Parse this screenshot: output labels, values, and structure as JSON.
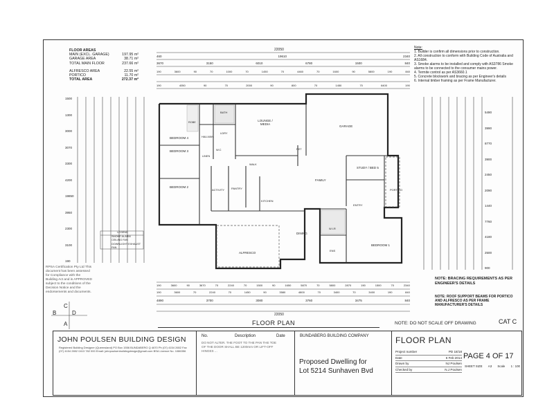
{
  "areas": {
    "header": "FLOOR AREAS",
    "rows": [
      {
        "label": "MAIN (EXCL. GARAGE)",
        "value": "197.95 m²"
      },
      {
        "label": "GARAGE AREA",
        "value": "38.71 m²"
      },
      {
        "label": "TOTAL MAIN FLOOR",
        "value": "237.66 m²"
      },
      {
        "label": "ALFRESCO AREA",
        "value": "22.55 m²"
      },
      {
        "label": "PORTICO",
        "value": "11.70 m²"
      },
      {
        "label": "TOTAL AREA",
        "value": "272.37 m²"
      }
    ]
  },
  "notes": {
    "title": "Note:",
    "items": [
      "1. Builder is confirm all dimensions prior to construction.",
      "2. All construction to conform with Building Code of Australia and AS1684.",
      "3. Smoke alarms to be installed and comply with AS3786 Smoke alarms to be connected to the consumer mains power.",
      "4. Termite control as per AS3660.1",
      "5. Concrete blockwork and bracing as per Engineer's details",
      "6. Internal timber framing as per Frame Manufacturer."
    ]
  },
  "bracing_note": "NOTE: BRACING REQUIREMENTS AS PER ENGINEER'S DETAILS",
  "roof_note": "NOTE: ROOF SUPPORT BEAMS FOR PORTICO AND ALFRESCO AS PER FRAME MANUFACTURER'S DETAILS",
  "cert_note": "RPSA Certification Pty Ltd This document has been assessed for Compliance with the Building Act and is APPROVED subject to the conditions of the Decision Notice and the endorsements and documents.",
  "dims_top": {
    "overall": "22050",
    "row1": [
      "460",
      "19610",
      "2340"
    ],
    "row2": [
      "3670",
      "3150",
      "6010",
      "6780",
      "1500",
      "840"
    ],
    "row3": [
      "190",
      "3600",
      "90",
      "70",
      "1000",
      "70",
      "1450",
      "70",
      "4460",
      "70",
      "1600",
      "90",
      "5800",
      "190",
      "840"
    ],
    "row4": [
      "190",
      "4050",
      "90",
      "70",
      "2000",
      "90",
      "800",
      "70",
      "1450",
      "70",
      "6400",
      "190"
    ]
  },
  "dims_left": [
    "1500",
    "1300",
    "3000",
    "3070",
    "3300",
    "4200",
    "19850",
    "3950",
    "2300",
    "3100",
    "190"
  ],
  "dims_right": [
    "5490",
    "3990",
    "8770",
    "3900",
    "2450",
    "2090",
    "1440",
    "7760",
    "4180",
    "2500",
    "900"
  ],
  "dims_bottom": {
    "row1": [
      "190",
      "3600",
      "90",
      "3670",
      "70",
      "2240",
      "70",
      "1500",
      "90",
      "1650",
      "5870",
      "70",
      "5800",
      "2870",
      "190",
      "1500",
      "70",
      "2340"
    ],
    "row2": [
      "190",
      "3600",
      "70",
      "2240",
      "70",
      "1450",
      "90",
      "3580",
      "4800",
      "70",
      "3400",
      "70",
      "3400",
      "190",
      "840"
    ],
    "row3": [
      "4890",
      "3700",
      "3080",
      "3760",
      "3475",
      "840"
    ],
    "overall": "22050"
  },
  "rooms": {
    "bedroom4": "BEDROOM 4",
    "bedroom3": "BEDROOM 3",
    "bedroom2": "BEDROOM 2",
    "lounge": "LOUNGE / MEDIA",
    "garage": "GARAGE",
    "study": "STUDY / BED 5",
    "portico": "PORTICO",
    "family": "FAMILY",
    "activity": "ACTIVITY",
    "pantry": "PANTRY",
    "kitchen": "KITCHEN",
    "dining": "DINING",
    "alfresco": "ALFRESCO",
    "bedroom1": "BEDROOM 1",
    "entry": "ENTRY",
    "wir": "W.I.R",
    "ens": "ENS",
    "bath": "BATH",
    "wc": "W.C",
    "ldry": "LDRY",
    "linen": "LINEN",
    "ret": "RET",
    "walk": "WALK",
    "hall": "HALLWAY",
    "robe": "ROBE"
  },
  "legend": {
    "title": "LEGEND",
    "items": [
      "SMOKE ALARM",
      "CEILING FAN",
      "DOWNLIGHT EXHAUST FAN"
    ]
  },
  "plan_label": "FLOOR PLAN",
  "noscale": "NOTE: DO NOT SCALE OFF DRAWING",
  "cat": "CAT C",
  "cad": [
    "B",
    "C",
    "D",
    "A"
  ],
  "titleblock": {
    "company": "JOHN POULSEN BUILDING DESIGN",
    "address": "Registered Building Designer (Queensland) PO Box 1556 BUNDABERG Q 4670 Ph (07) 4154 2652 Fax (07) 4154 2652 0413 782 000 Email: johnpoulsenbuildingdesign@gmail.com BSA Licence No. 1086356",
    "rev_no": "No.",
    "rev_desc": "Description",
    "rev_date": "Date",
    "rev_note": "DO NOT ALTER. THE FOOT TO THE PAN THE TOE OF THE DOOR SHALL BE 1200mm OR LIFT-OFF HINGES ...",
    "builder": "BUNDABERG BUILDING COMPANY",
    "proposed": "Proposed Dwelling for",
    "lot": "Lot 5214 Sunhaven Bvd",
    "sheet_title": "FLOOR PLAN",
    "page": "PAGE 4 OF 17",
    "meta": [
      {
        "label": "Project number",
        "value": "PD 18/18"
      },
      {
        "label": "Date",
        "value": "6 Feb 2014"
      },
      {
        "label": "Drawn by",
        "value": "NJ Poulsen"
      },
      {
        "label": "Checked by",
        "value": "N.J Poulsen"
      }
    ],
    "sheet_size_label": "SHEET SIZE",
    "sheet_size": "A3",
    "scale_label": "Scale",
    "scale": "1 : 100"
  }
}
